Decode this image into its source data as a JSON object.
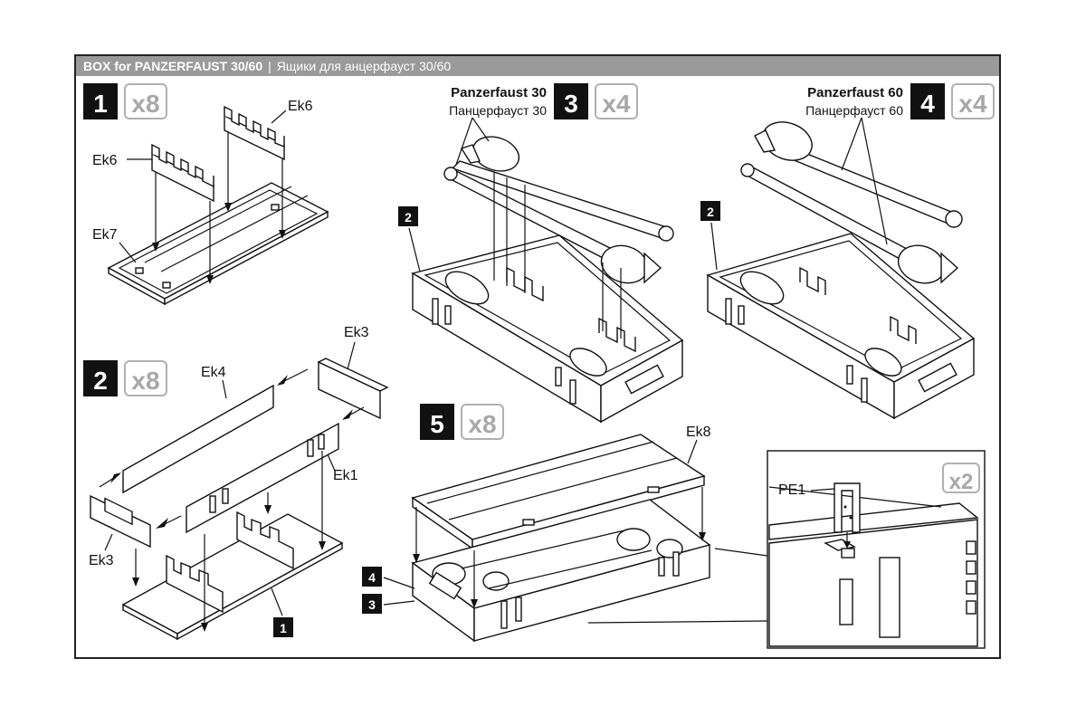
{
  "header": {
    "title_en": "BOX for PANZERFAUST 30/60",
    "separator": "|",
    "title_ru": "Ящики для анцерфауст 30/60"
  },
  "steps": [
    {
      "number": "1",
      "qty": "x8"
    },
    {
      "number": "2",
      "qty": "x8"
    },
    {
      "number": "3",
      "qty": "x4"
    },
    {
      "number": "4",
      "qty": "x4"
    },
    {
      "number": "5",
      "qty": "x8"
    }
  ],
  "detail": {
    "qty": "x2"
  },
  "parts": {
    "ek6": "Ek6",
    "ek7": "Ek7",
    "ek3": "Ek3",
    "ek4": "Ek4",
    "ek1": "Ek1",
    "ek8": "Ek8",
    "pe1": "PE1"
  },
  "weapons": {
    "pf30_en": "Panzerfaust 30",
    "pf30_ru": "Панцерфауст 30",
    "pf60_en": "Panzerfaust 60",
    "pf60_ru": "Панцерфауст 60"
  },
  "refs": {
    "box_ref_2": "2",
    "base_ref_1": "1",
    "lid_ref_4": "4",
    "box_ref_3": "3"
  }
}
